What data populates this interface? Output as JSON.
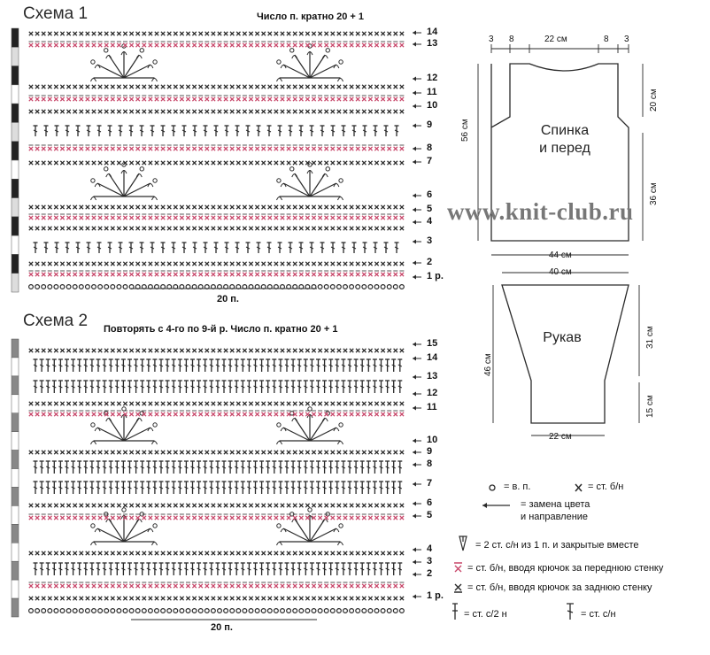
{
  "scheme1": {
    "title": "Схема 1",
    "note": "Число п. кратно 20 + 1",
    "repeat_label": "20 п.",
    "row_labels": [
      "1 р.",
      "2",
      "3",
      "4",
      "5",
      "6",
      "7",
      "8",
      "9",
      "10",
      "11",
      "12",
      "13",
      "14"
    ]
  },
  "scheme2": {
    "title": "Схема 2",
    "note": "Повторять с 4-го по 9-й р.  Число п. кратно 20 + 1",
    "repeat_label": "20 п.",
    "row_labels": [
      "1 р.",
      "2",
      "3",
      "4",
      "5",
      "6",
      "7",
      "8",
      "9",
      "10",
      "11",
      "12",
      "13",
      "14",
      "15"
    ]
  },
  "watermark": "www.knit-club.ru",
  "back_front": {
    "label_line1": "Спинка",
    "label_line2": "и перед",
    "top_dims": [
      "3",
      "8",
      "22 см",
      "8",
      "3"
    ],
    "height_total": "56 см",
    "height_upper": "20 см",
    "height_lower": "36 см",
    "width": "44 см"
  },
  "sleeve": {
    "label": "Рукав",
    "top_width": "40 см",
    "bottom_width": "22 см",
    "height_total": "46 см",
    "height_upper": "31 см",
    "height_lower": "15 см"
  },
  "legend": {
    "chain": "= в. п.",
    "sc": "= ст. б/н",
    "color_change_1": "= замена цвета",
    "color_change_2": "и направление",
    "cluster": "= 2 ст. с/н из 1 п. и закрытые вместе",
    "sc_front": "= ст. б/н, вводя крючок за переднюю стенку",
    "sc_back": "= ст. б/н, вводя крючок за заднюю стенку",
    "hdc": "= ст. с/2 н",
    "dc": "= ст. с/н"
  }
}
